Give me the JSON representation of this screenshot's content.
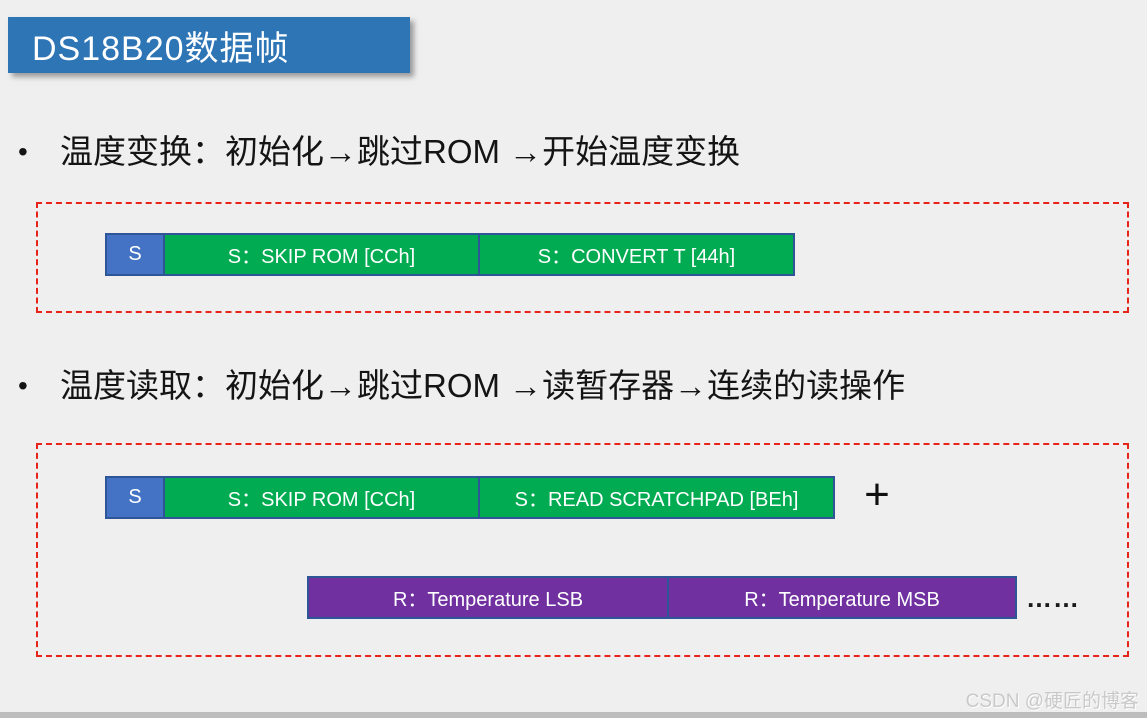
{
  "title": {
    "text": "DS18B20数据帧"
  },
  "bullet_marker": "•",
  "section1": {
    "bullet": "温度变换：初始化→跳过ROM →开始温度变换",
    "frame": {
      "start_label": "S",
      "cmd1": "S：SKIP ROM [CCh]",
      "cmd2": "S：CONVERT T [44h]"
    }
  },
  "section2": {
    "bullet": "温度读取：初始化→跳过ROM →读暂存器→连续的读操作",
    "frame": {
      "start_label": "S",
      "cmd1": "S：SKIP ROM [CCh]",
      "cmd2": "S：READ SCRATCHPAD [BEh]",
      "plus": "+",
      "read1": "R：Temperature LSB",
      "read2": "R：Temperature MSB",
      "ellipsis": "……"
    }
  },
  "watermark": "CSDN @硬匠的博客",
  "colors": {
    "bg": "#efefef",
    "title_bg": "#2e75b6",
    "start_bg": "#4472c4",
    "cmd_bg": "#00ab51",
    "read_bg": "#7030a0",
    "bar_border": "#2e5596",
    "dash_border": "#e8231a",
    "text_dark": "#141414",
    "watermark": "#c9c9c9",
    "bottom_strip": "#bdbdbd"
  }
}
